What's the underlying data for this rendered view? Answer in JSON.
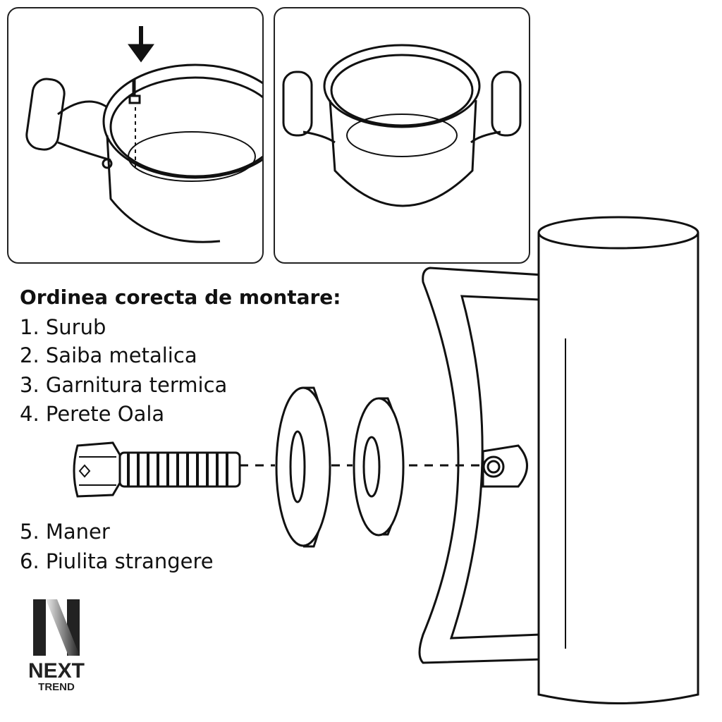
{
  "instructions": {
    "title": "Ordinea corecta de montare:",
    "steps": [
      "1. Surub",
      "2. Saiba metalica",
      "3. Garnitura termica",
      "4. Perete Oala",
      "5. Maner",
      "6. Piulita strangere"
    ]
  },
  "logo": {
    "line1": "NEXT",
    "line2": "TREND",
    "monogram": "N"
  },
  "colors": {
    "ink": "#111111",
    "background": "#ffffff"
  }
}
